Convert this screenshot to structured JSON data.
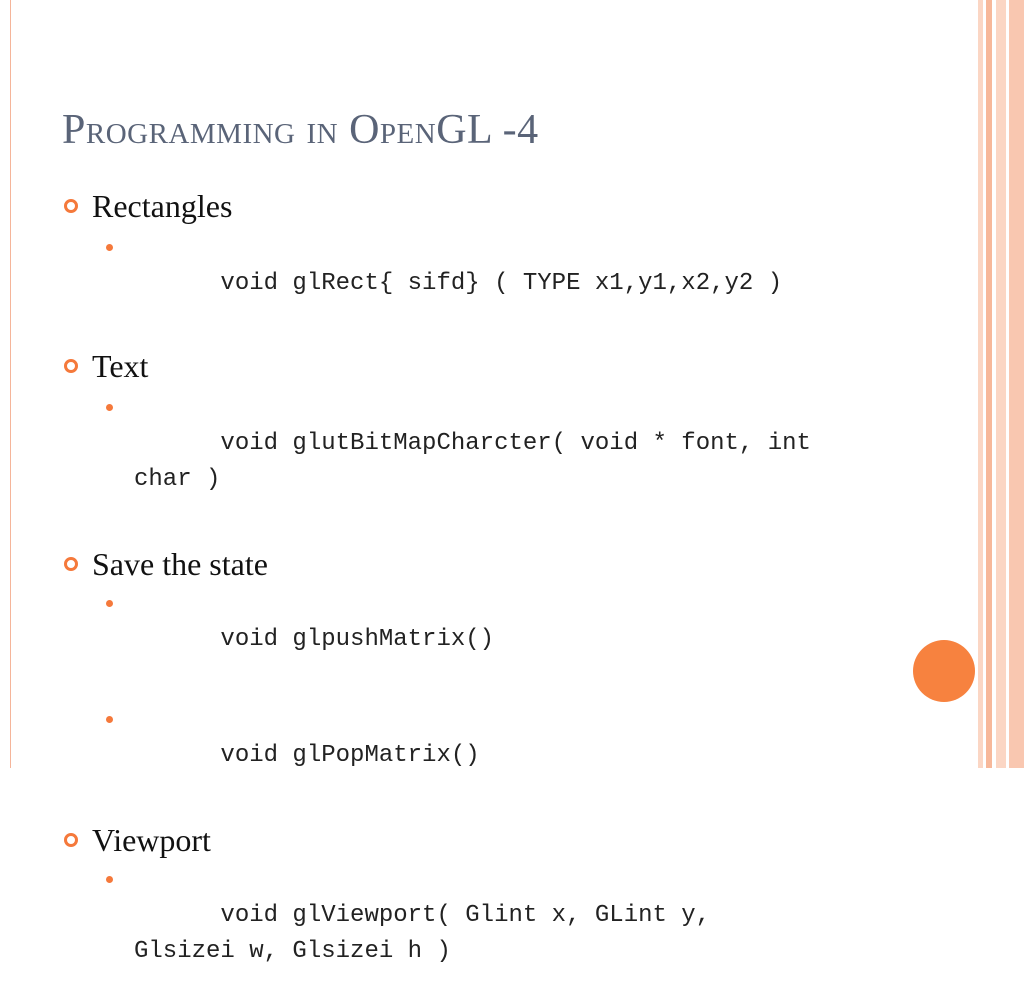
{
  "slide": {
    "title": "Programming in OpenGL -4",
    "sections": [
      {
        "heading": "Rectangles",
        "lines": [
          "void glRect{ sifd} ( TYPE x1,y1,x2,y2 )"
        ]
      },
      {
        "heading": "Text",
        "lines": [
          "void glutBitMapCharcter( void * font, int\nchar )"
        ]
      },
      {
        "heading": "Save the state",
        "lines": [
          "void glpushMatrix()",
          "void glPopMatrix()"
        ]
      },
      {
        "heading": "Viewport",
        "lines": [
          "void glViewport( Glint x, GLint y,\nGlsizei w, Glsizei h )"
        ]
      }
    ]
  },
  "colors": {
    "title": "#5a6478",
    "accent": "#f5793b",
    "frame": "#f5b59a"
  }
}
